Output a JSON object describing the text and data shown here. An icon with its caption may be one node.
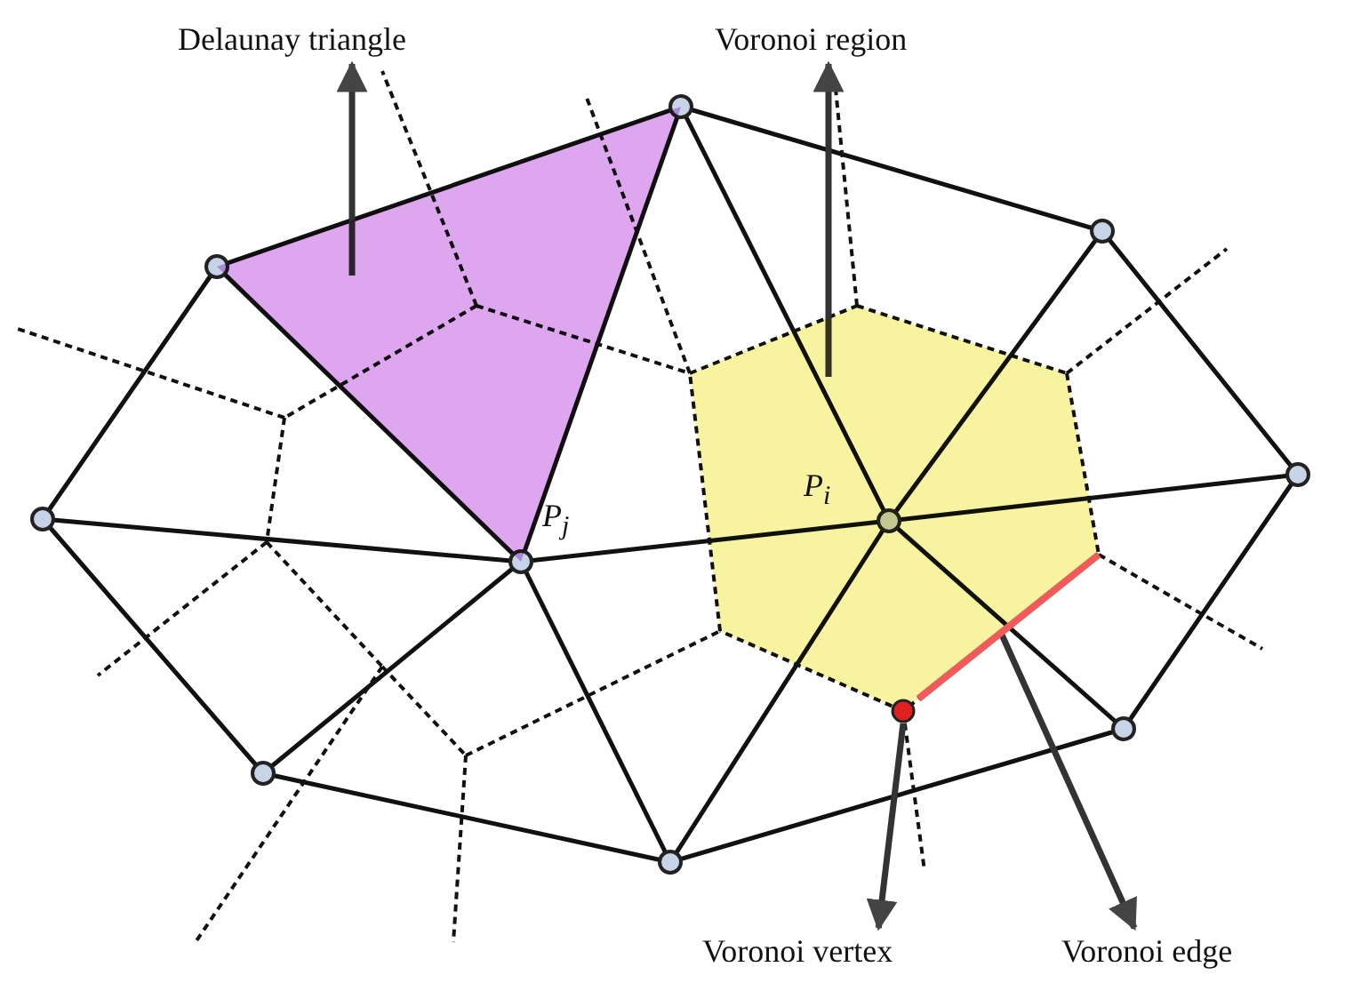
{
  "diagram": {
    "nodes": [
      {
        "text": [
          "Delaunay triangle"
        ]
      },
      {
        "text": [],
        "shape": "picture"
      },
      {
        "text": [
          "Voronoi region"
        ]
      },
      {
        "text": [],
        "shape": "picture"
      },
      {
        "text": [
          "Voronoi vertex"
        ]
      },
      {
        "text": [],
        "shape": "circle"
      },
      {
        "text": [
          "Voronoi edge"
        ]
      },
      {
        "text": [],
        "shape": "bar"
      }
    ],
    "edges": [
      {
        "from": 1,
        "to": 0,
        "arrow": "to"
      },
      {
        "from": 3,
        "to": 2,
        "arrow": "to"
      },
      {
        "from": 5,
        "to": 4,
        "arrow": "to"
      },
      {
        "from": 7,
        "to": 6,
        "arrow": "to"
      }
    ],
    "labels": [
      "*P*$_{j}$",
      "*P*$_{i}$"
    ]
  }
}
